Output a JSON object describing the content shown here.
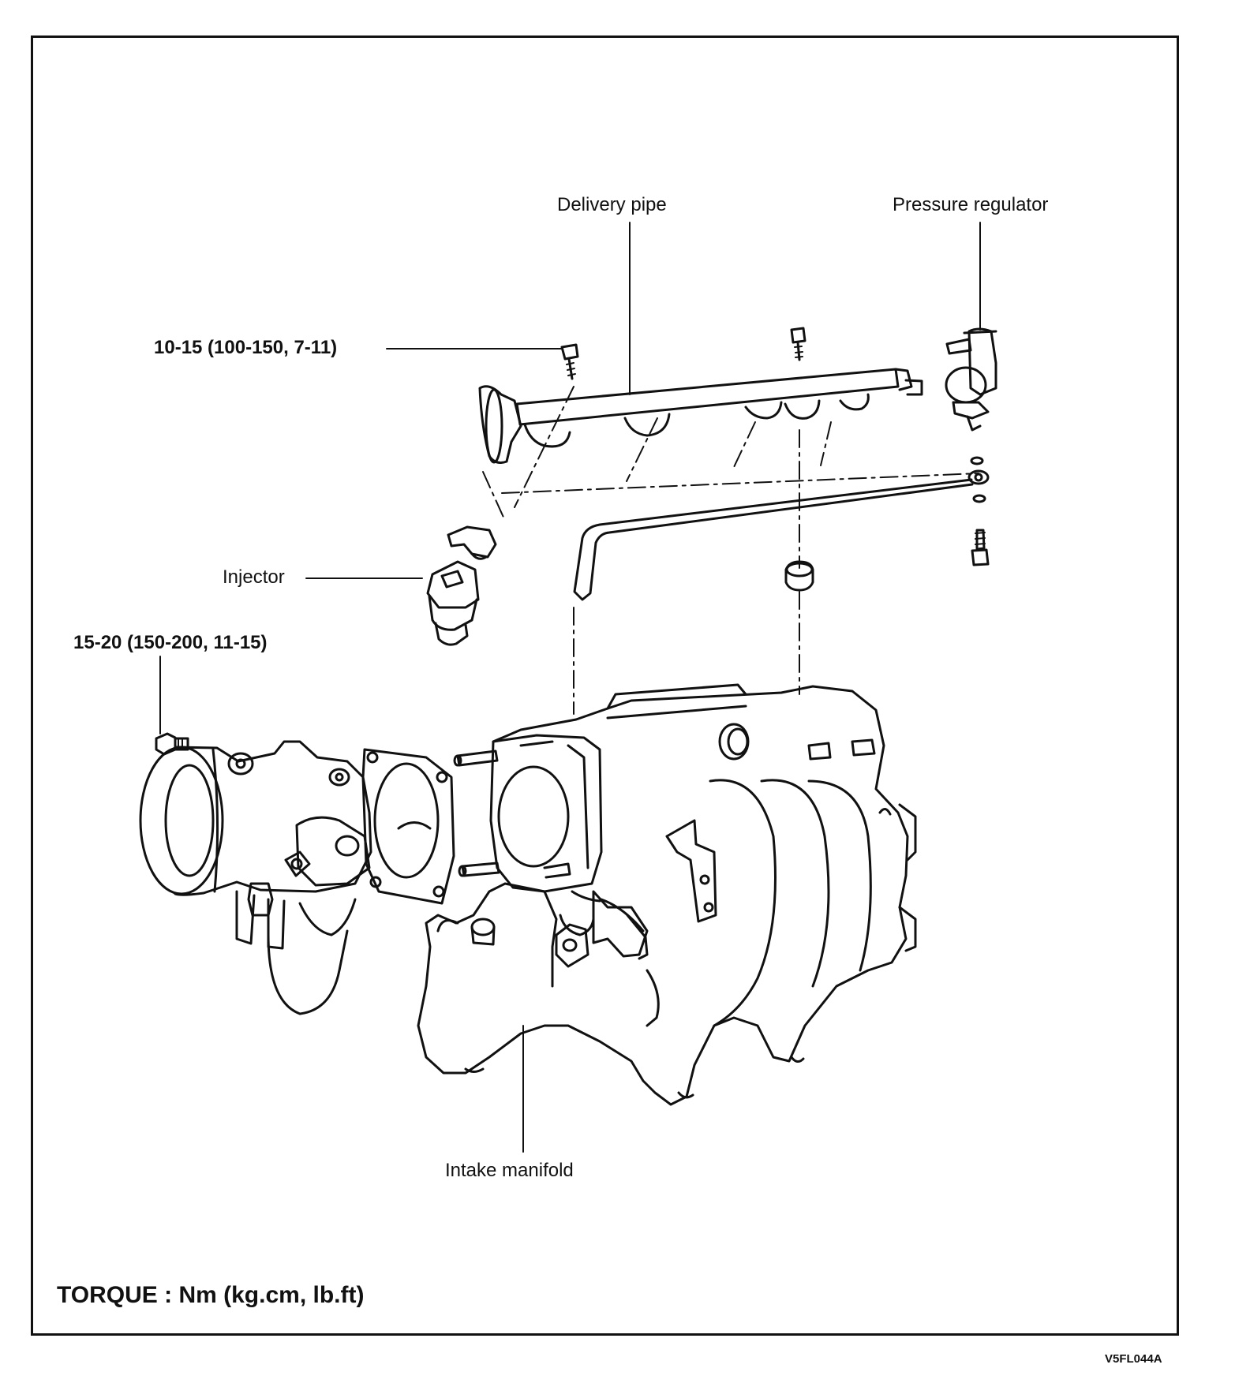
{
  "labels": {
    "delivery_pipe": "Delivery pipe",
    "pressure_regulator": "Pressure regulator",
    "torque_delivery_bolt": "10-15 (100-150, 7-11)",
    "injector": "Injector",
    "torque_throttle_bolt": "15-20 (150-200, 11-15)",
    "intake_manifold": "Intake manifold"
  },
  "footer": {
    "torque_units": "TORQUE : Nm (kg.cm, lb.ft)",
    "figure_code": "V5FL044A"
  }
}
